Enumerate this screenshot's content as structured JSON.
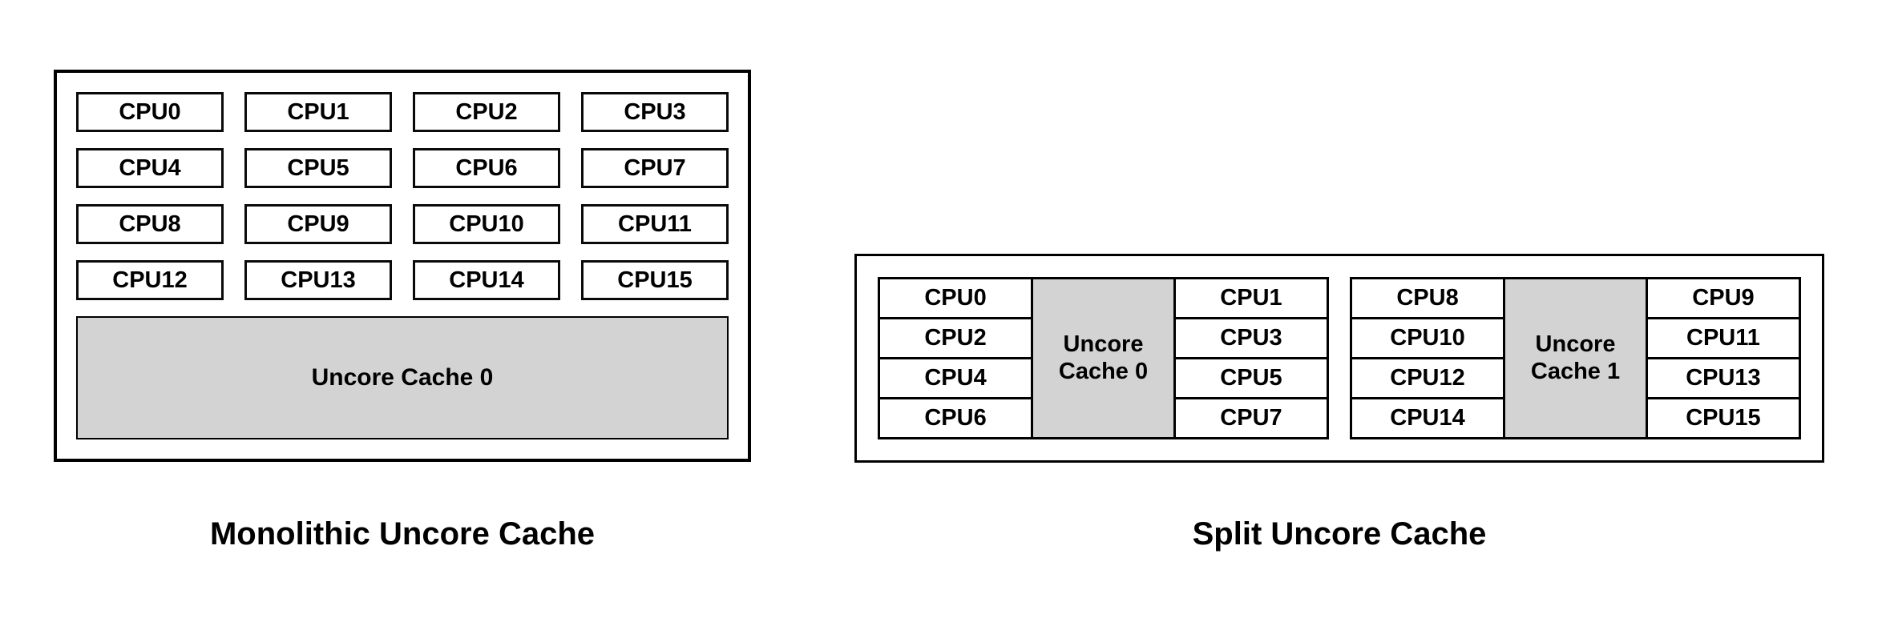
{
  "left_diagram": {
    "caption": "Monolithic Uncore Cache",
    "cpu_rows": [
      [
        "CPU0",
        "CPU1",
        "CPU2",
        "CPU3"
      ],
      [
        "CPU4",
        "CPU5",
        "CPU6",
        "CPU7"
      ],
      [
        "CPU8",
        "CPU9",
        "CPU10",
        "CPU11"
      ],
      [
        "CPU12",
        "CPU13",
        "CPU14",
        "CPU15"
      ]
    ],
    "cache_label": "Uncore Cache 0"
  },
  "right_diagram": {
    "caption": "Split Uncore Cache",
    "clusters": [
      {
        "left_cpus": [
          "CPU0",
          "CPU2",
          "CPU4",
          "CPU6"
        ],
        "cache_label": "Uncore Cache 0",
        "right_cpus": [
          "CPU1",
          "CPU3",
          "CPU5",
          "CPU7"
        ]
      },
      {
        "left_cpus": [
          "CPU8",
          "CPU10",
          "CPU12",
          "CPU14"
        ],
        "cache_label": "Uncore Cache 1",
        "right_cpus": [
          "CPU9",
          "CPU11",
          "CPU13",
          "CPU15"
        ]
      }
    ]
  },
  "colors": {
    "background": "#ffffff",
    "border": "#000000",
    "cache_fill": "#d3d3d3"
  }
}
